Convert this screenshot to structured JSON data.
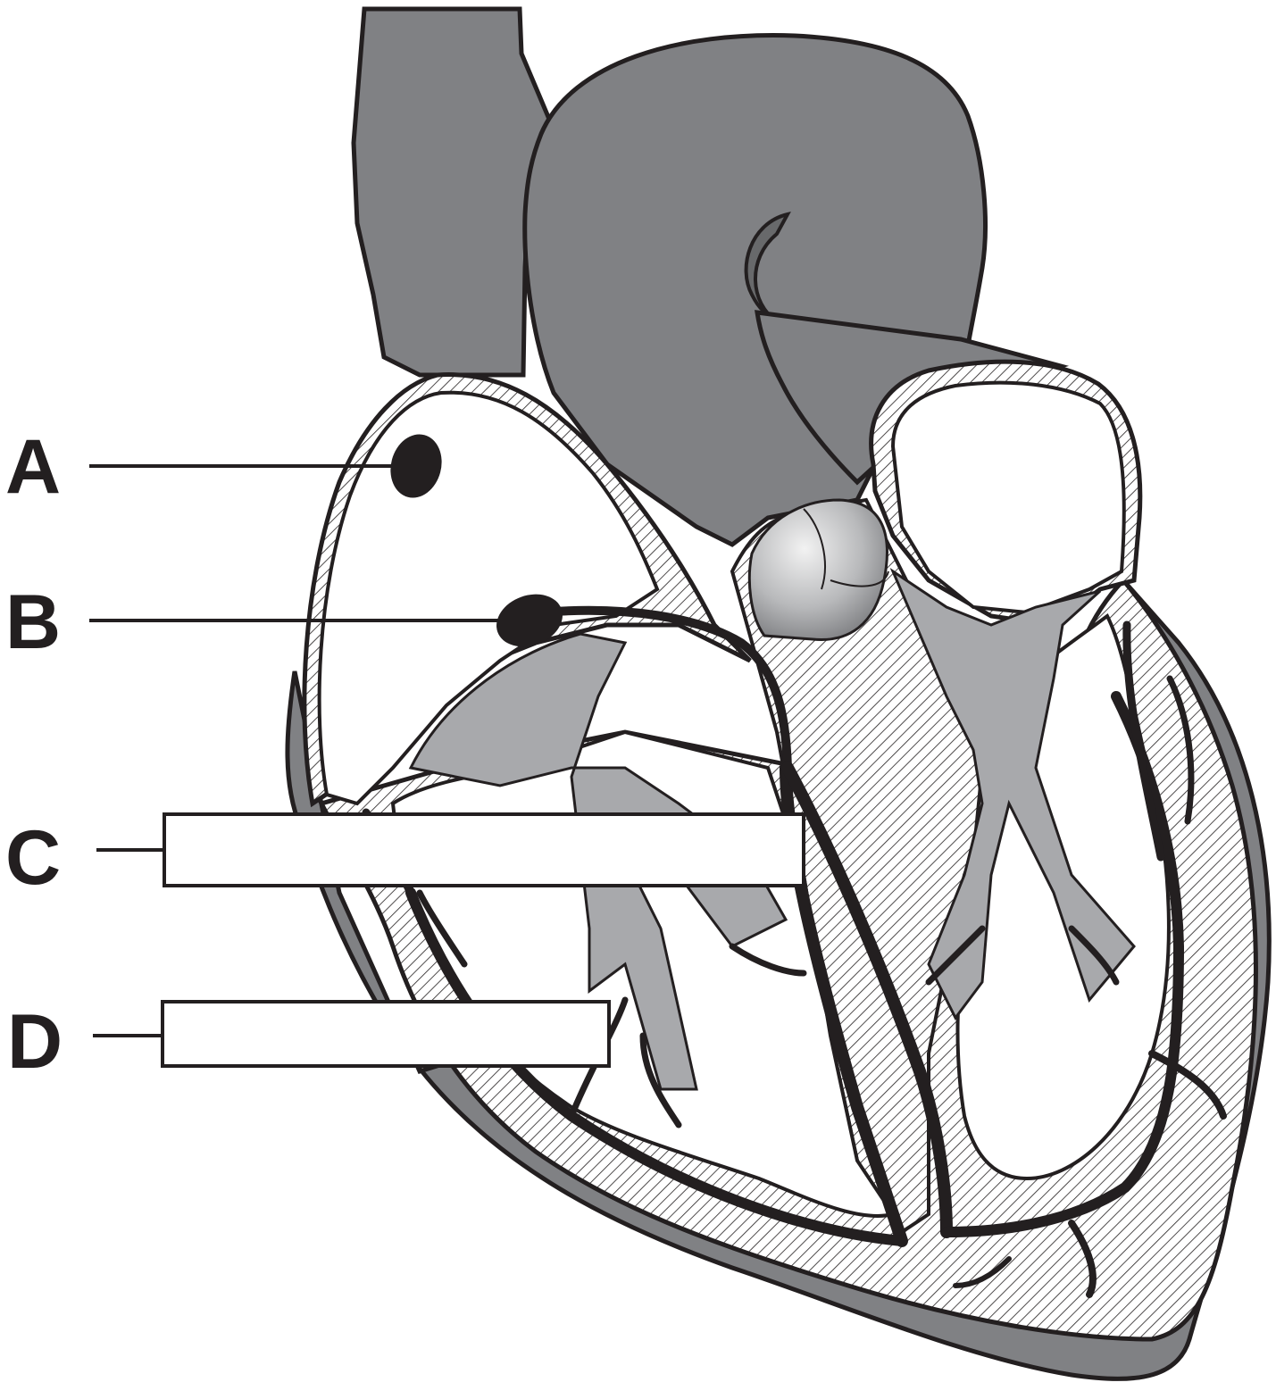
{
  "diagram": {
    "labels": [
      {
        "letter": "A"
      },
      {
        "letter": "B"
      },
      {
        "letter": "C"
      },
      {
        "letter": "D"
      }
    ],
    "colors": {
      "ink": "#231f20",
      "vessel_gray": "#808184",
      "dark_gray": "#68696b",
      "light_gray": "#a8a9ac",
      "white": "#ffffff"
    }
  }
}
